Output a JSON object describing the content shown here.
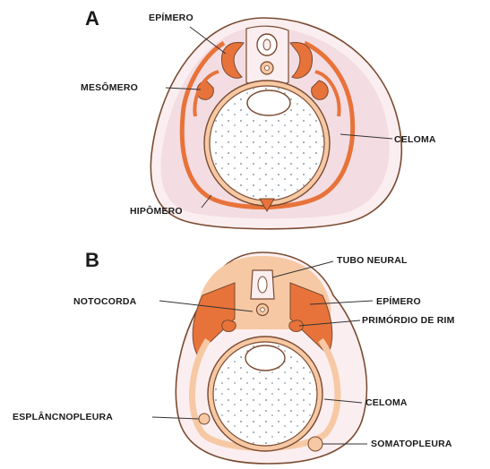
{
  "panels": [
    {
      "letter": "A",
      "labels": {
        "epimero": "EPÍMERO",
        "mesomero": "MESÔMERO",
        "celoma": "CELOMA",
        "hipomero": "HIPÔMERO"
      }
    },
    {
      "letter": "B",
      "labels": {
        "tubo_neural": "TUBO NEURAL",
        "notocorda": "NOTOCORDA",
        "epimero": "EPÍMERO",
        "primordio_rim": "PRIMÓRDIO DE RIM",
        "esplancnopleura": "ESPLÂNCNOPLEURA",
        "celoma": "CELOMA",
        "somatopleura": "SOMATOPLEURA"
      }
    }
  ],
  "colors": {
    "orange": "#e8733a",
    "light_orange": "#f6c9a4",
    "outline": "#7a4a30",
    "pink": "#f3dde2",
    "yolk_dots": "#6b7a8a"
  }
}
